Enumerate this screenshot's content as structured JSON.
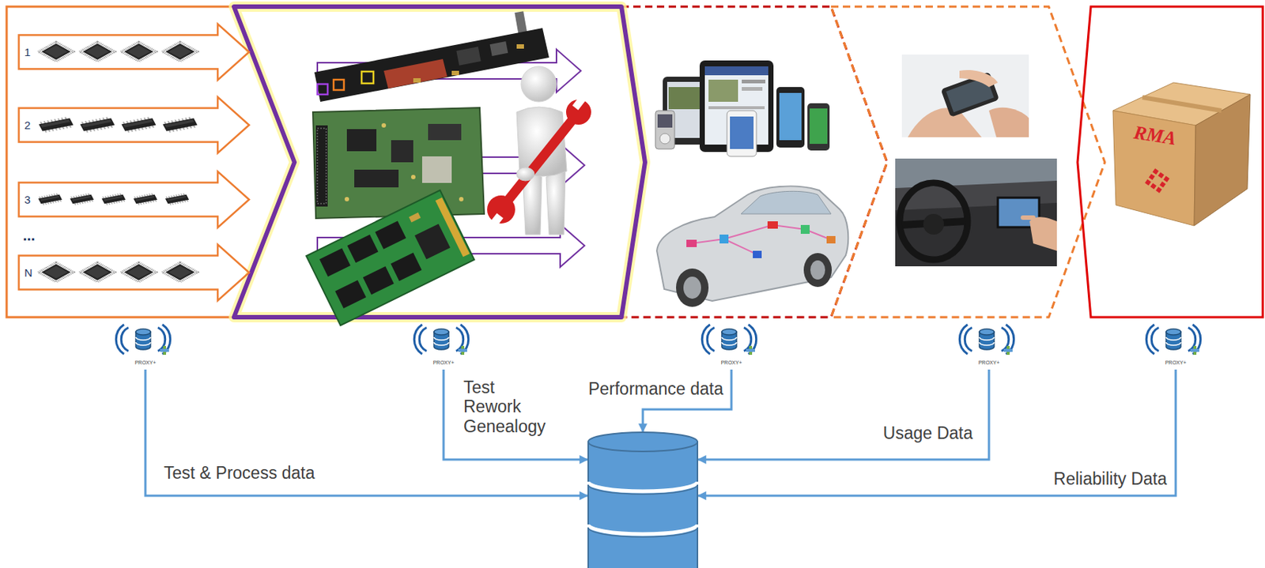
{
  "diagram": {
    "nodes": [
      {
        "text": [
          "1"
        ]
      },
      {
        "text": [
          "2"
        ]
      },
      {
        "text": [
          "3"
        ]
      },
      {
        "text": [
          "N"
        ]
      },
      {
        "text": [
          "PROXY+"
        ]
      },
      {
        "text": [
          "PROXY+"
        ]
      },
      {
        "text": [
          "PROXY+"
        ]
      },
      {
        "text": [
          "PROXY+"
        ]
      },
      {
        "text": [
          "PROXY+"
        ]
      },
      {
        "text": []
      }
    ],
    "edges": [
      {
        "from": 4,
        "to": 9,
        "label": "Test & Process data",
        "arrow": "to"
      },
      {
        "from": 5,
        "to": 9,
        "label": "Test Rework Genealogy",
        "arrow": "to"
      },
      {
        "from": 6,
        "to": 9,
        "label": "Performance data",
        "arrow": "to"
      },
      {
        "from": 7,
        "to": 9,
        "label": "Usage Data",
        "arrow": "to"
      },
      {
        "from": 8,
        "to": 9,
        "label": "Reliability Data",
        "arrow": "to"
      }
    ],
    "labels": [
      "...",
      "RMA"
    ]
  }
}
